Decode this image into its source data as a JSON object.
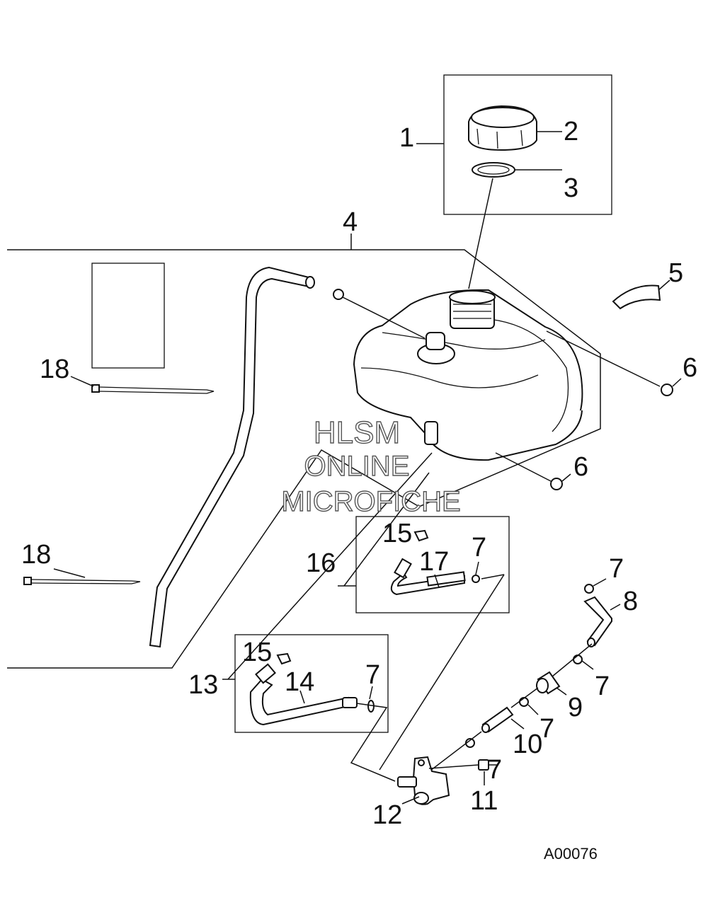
{
  "callouts": {
    "c1": "1",
    "c2": "2",
    "c3": "3",
    "c4": "4",
    "c5": "5",
    "c6a": "6",
    "c6b": "6",
    "c7a": "7",
    "c7b": "7",
    "c7c": "7",
    "c7d": "7",
    "c7e": "7",
    "c7f": "7",
    "c8": "8",
    "c9": "9",
    "c10": "10",
    "c11": "11",
    "c12": "12",
    "c13": "13",
    "c14": "14",
    "c15a": "15",
    "c15b": "15",
    "c16": "16",
    "c17": "17",
    "c18a": "18",
    "c18b": "18"
  },
  "watermark": {
    "line1": "HLSM",
    "line2": "ONLINE",
    "line3": "MICROFICHE"
  },
  "drawing_code": "A00076",
  "icons": [
    "fuel-cap-icon",
    "gasket-ring-icon",
    "fuel-tank-icon",
    "cable-tie-icon",
    "fuel-filter-icon",
    "fuel-valve-icon",
    "hose-clamp-icon",
    "bolt-icon"
  ]
}
